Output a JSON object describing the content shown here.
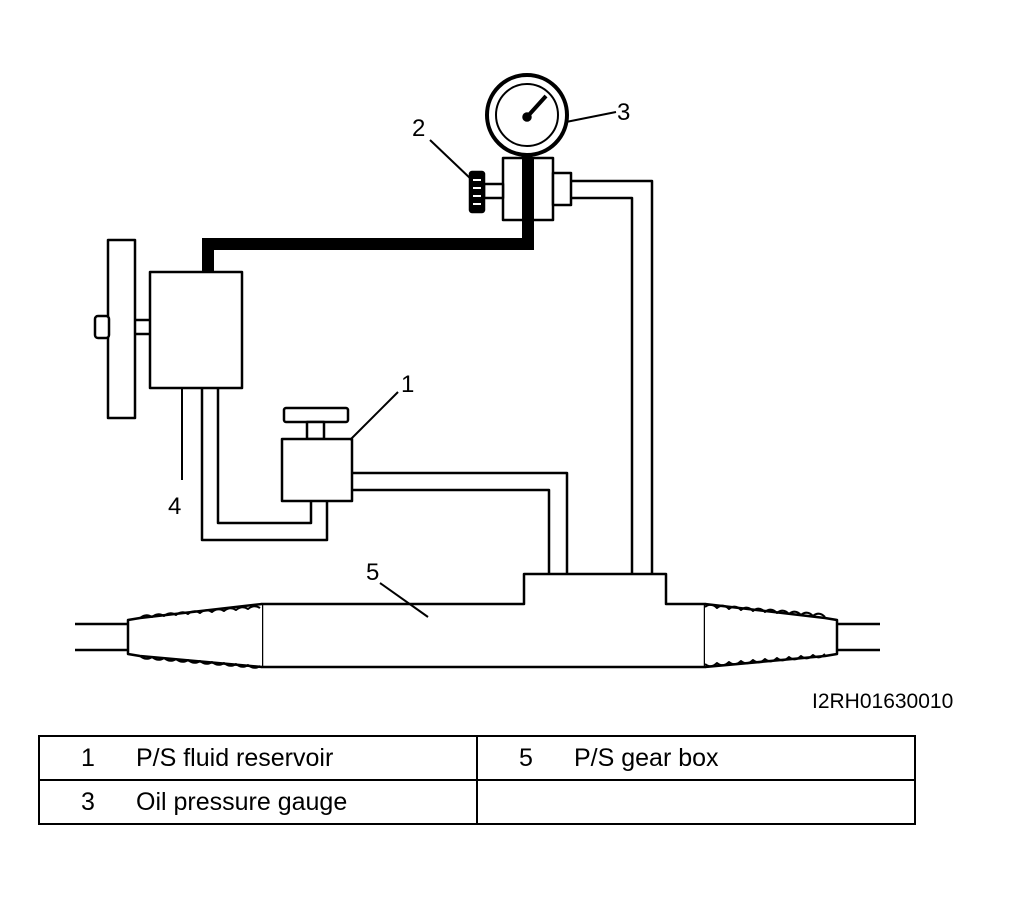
{
  "figure_id": "I2RH01630010",
  "callouts": [
    {
      "key": "c1",
      "number": "1"
    },
    {
      "key": "c2",
      "number": "2"
    },
    {
      "key": "c3",
      "number": "3"
    },
    {
      "key": "c4",
      "number": "4"
    },
    {
      "key": "c5",
      "number": "5"
    }
  ],
  "legend": {
    "rows": [
      [
        {
          "number": "1",
          "label": "P/S fluid reservoir"
        },
        {
          "number": "5",
          "label": "P/S gear box"
        }
      ],
      [
        {
          "number": "3",
          "label": "Oil pressure gauge"
        },
        {
          "number": "",
          "label": ""
        }
      ]
    ]
  }
}
